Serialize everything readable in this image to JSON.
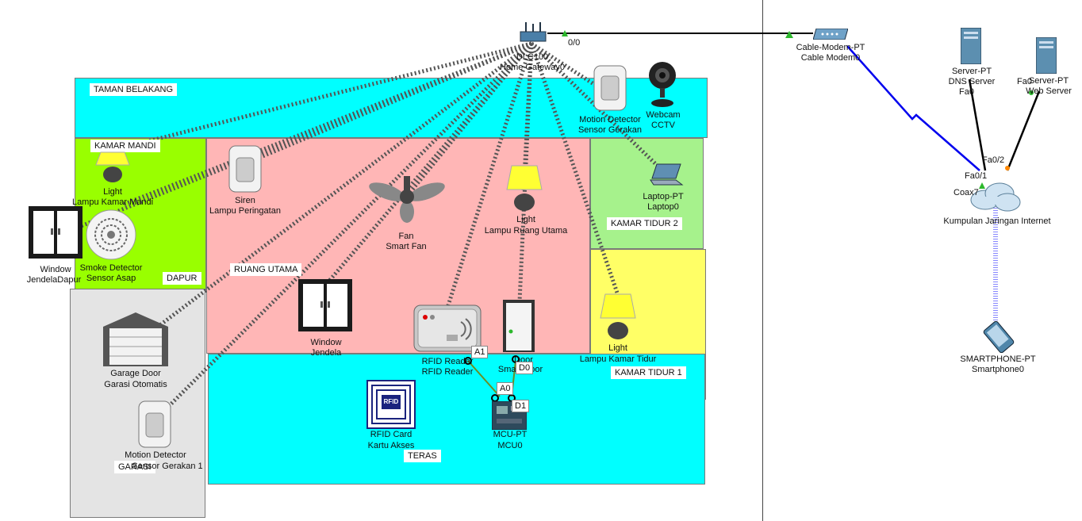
{
  "rooms": {
    "taman": "TAMAN BELAKANG",
    "kamar_mandi": "KAMAR MANDI",
    "dapur": "DAPUR",
    "ruang_utama": "RUANG UTAMA",
    "kamar_tidur_2": "KAMAR TIDUR 2",
    "kamar_tidur_1": "KAMAR TIDUR 1",
    "teras": "TERAS",
    "garasi": "GARASI"
  },
  "devices": {
    "gateway": {
      "line1": "DLC100",
      "line2": "Home Gateway0",
      "port": "0/0"
    },
    "motion1": {
      "line1": "Motion Detector",
      "line2": "Sensor Gerakan"
    },
    "webcam": {
      "line1": "Webcam",
      "line2": "CCTV"
    },
    "light_mandi": {
      "line1": "Light",
      "line2": "Lampu Kamar Mandi"
    },
    "siren": {
      "line1": "Siren",
      "line2": "Lampu Peringatan"
    },
    "fan": {
      "line1": "Fan",
      "line2": "Smart Fan"
    },
    "light_utama": {
      "line1": "Light",
      "line2": "Lampu Ruang Utama"
    },
    "laptop": {
      "line1": "Laptop-PT",
      "line2": "Laptop0"
    },
    "window_dapur": {
      "line1": "Window",
      "line2": "JendelaDapur"
    },
    "smoke": {
      "line1": "Smoke Detector",
      "line2": "Sensor Asap"
    },
    "window_utama": {
      "line1": "Window",
      "line2": "Jendela"
    },
    "rfid_reader": {
      "line1": "RFID Reader",
      "line2": "RFID Reader"
    },
    "smart_door": {
      "line1": "Door",
      "line2": "Smart Door"
    },
    "light_tidur": {
      "line1": "Light",
      "line2": "Lampu Kamar Tidur"
    },
    "garage": {
      "line1": "Garage Door",
      "line2": "Garasi Otomatis"
    },
    "rfid_card": {
      "line1": "RFID Card",
      "line2": "Kartu Akses",
      "badge": "RFID"
    },
    "mcu": {
      "line1": "MCU-PT",
      "line2": "MCU0"
    },
    "motion2": {
      "line1": "Motion Detector",
      "line2": "Sensor Gerakan 1"
    },
    "cable_modem": {
      "line1": "Cable-Modem-PT",
      "line2": "Cable Modem0"
    },
    "dns_server": {
      "line1": "Server-PT",
      "line2": "DNS Server",
      "port": "Fa0"
    },
    "web_server": {
      "line1": "Server-PT",
      "line2": "Web Server",
      "port": "Fa0"
    },
    "cloud": {
      "line1": "Kumpulan Jaringan Internet",
      "fa01": "Fa0/1",
      "fa02": "Fa0/2",
      "coax": "Coax7"
    },
    "smartphone": {
      "line1": "SMARTPHONE-PT",
      "line2": "Smartphone0"
    }
  },
  "ports": {
    "a1": "A1",
    "d0": "D0",
    "a0": "A0",
    "d1": "D1"
  },
  "colors": {
    "taman": "#00FFFF",
    "kamar_mandi": "#99FF00",
    "ruang_utama": "#FFB6B6",
    "kamar_tidur_2": "#A6F28C",
    "kamar_tidur_1": "#FFFF66",
    "teras": "#00FFFF",
    "garasi": "#E4E4E4",
    "coax": "#0000EE",
    "wireless": "#8888FF"
  }
}
